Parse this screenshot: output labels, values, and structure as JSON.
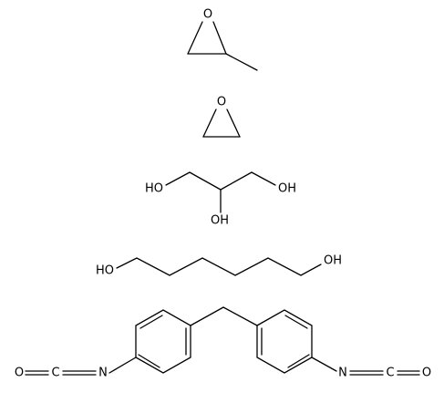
{
  "molecules": [
    {
      "name": "2-methyloxirane",
      "labels": {
        "o_ring": "O"
      }
    },
    {
      "name": "oxirane",
      "labels": {
        "o_ring": "O"
      }
    },
    {
      "name": "glycerol",
      "labels": {
        "oh_left": "HO",
        "oh_mid": "OH",
        "oh_right": "OH"
      }
    },
    {
      "name": "hexane-1,6-diol",
      "labels": {
        "oh_left": "HO",
        "oh_right": "OH"
      }
    },
    {
      "name": "4,4'-methylenediphenyl diisocyanate",
      "labels": {
        "o_left": "O",
        "c_left": "C",
        "n_left": "N",
        "n_right": "N",
        "c_right": "C",
        "o_right": "O"
      }
    }
  ],
  "colors": {
    "bond": "#000000",
    "text": "#000000",
    "background": "#ffffff"
  }
}
